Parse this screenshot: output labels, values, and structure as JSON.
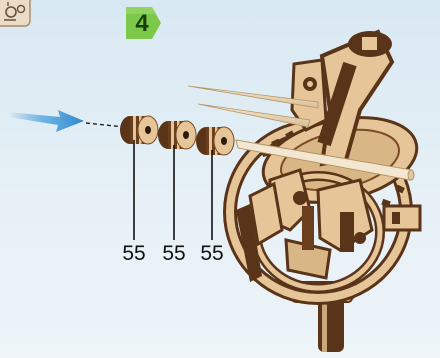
{
  "step": {
    "number": "4"
  },
  "parts": [
    {
      "label": "55"
    },
    {
      "label": "55"
    },
    {
      "label": "55"
    }
  ],
  "colors": {
    "step_badge": "#7cc84a",
    "arrow": "#3c93d6",
    "wood_light": "#e6c699",
    "wood_dark": "#5a3418",
    "background": "#dde9f1"
  },
  "icons": {
    "direction_arrow": "arrow-right-icon",
    "corner_thumbnail": "previous-step-thumbnail-icon"
  }
}
